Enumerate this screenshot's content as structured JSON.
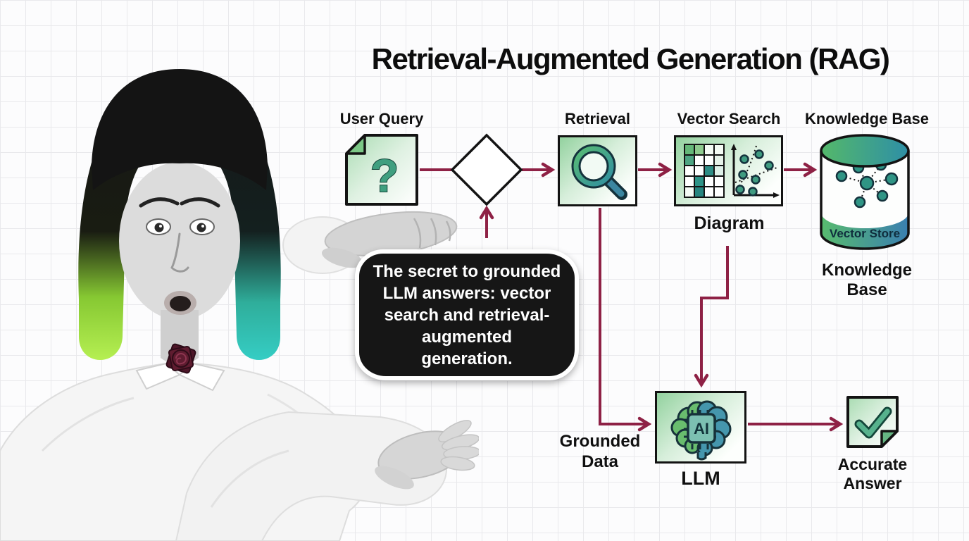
{
  "title": "Retrieval-Augmented Generation (RAG)",
  "flow": {
    "user_query": {
      "label": "User Query",
      "glyph": "?"
    },
    "retrieval": {
      "label": "Retrieval"
    },
    "vector_search": {
      "label": "Vector Search",
      "caption": "Diagram"
    },
    "knowledge_base": {
      "label": "Knowledge Base",
      "store_badge": "Vector Store",
      "caption_line1": "Knowledge",
      "caption_line2": "Base"
    },
    "llm": {
      "label": "LLM",
      "chip_text": "AI"
    },
    "grounded_data": {
      "line1": "Grounded",
      "line2": "Data"
    },
    "accurate_answer": {
      "line1": "Accurate",
      "line2": "Answer"
    }
  },
  "speech_bubble": {
    "line1": "The secret to grounded",
    "line2": "LLM answers: vector",
    "line3": "search and retrieval-",
    "line4": "augmented",
    "line5": "generation."
  },
  "presenter": {
    "description": "Surprised presenter with black bob, green and teal hair tips, white shirt and rose brooch"
  },
  "colors": {
    "arrow": "#8e2145",
    "node_border": "#131313",
    "node_fill_green": "#93d29f",
    "accent_green": "#5cb86e",
    "accent_teal": "#2f8fa0",
    "hair_green": "#a8e441",
    "hair_teal": "#2cb7ae",
    "brooch_red": "#5f1c30",
    "bubble_bg": "#161616",
    "bubble_text": "#ffffff",
    "grid_line": "#e9e9ec",
    "paper": "#fcfcfd"
  }
}
